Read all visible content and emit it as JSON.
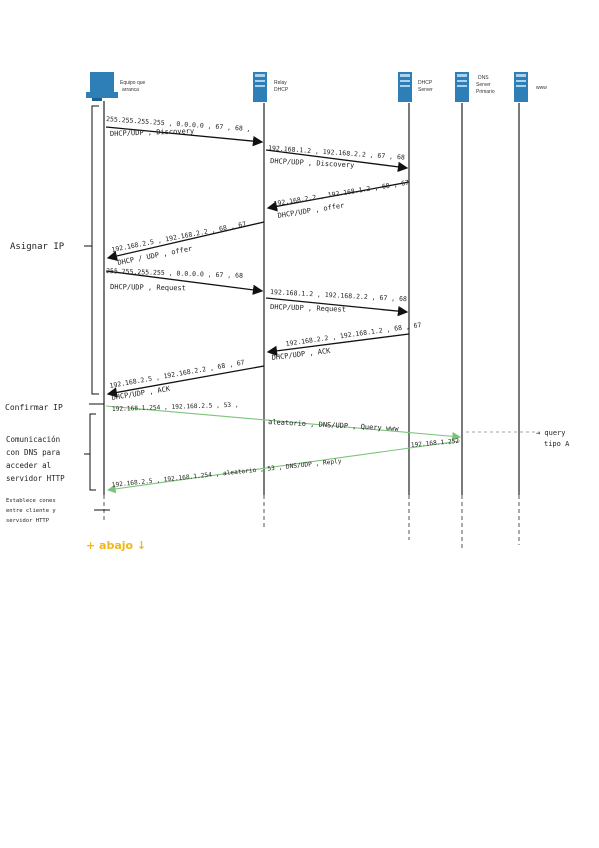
{
  "colors": {
    "device": "#2e7fb8",
    "arrow_black": "#111111",
    "arrow_green": "#7cc47c",
    "note_yellow": "#f2b616",
    "dashed": "#888888"
  },
  "actors": [
    {
      "id": "client",
      "icon": "computer-icon",
      "label_lines": [
        "Equipo que",
        "arranca"
      ]
    },
    {
      "id": "relay",
      "icon": "server-icon",
      "label_lines": [
        "Relay",
        "DHCP"
      ]
    },
    {
      "id": "dhcp",
      "icon": "server-icon",
      "label_lines": [
        "DHCP",
        "Server"
      ]
    },
    {
      "id": "dns",
      "icon": "server-icon",
      "label_lines": [
        "DNS",
        "Server",
        "Primario"
      ]
    },
    {
      "id": "www",
      "icon": "server-icon",
      "label_lines": [
        "www"
      ]
    }
  ],
  "phases": [
    {
      "label_lines": [
        "Asignar IP"
      ]
    },
    {
      "label_lines": [
        "Confirmar IP"
      ]
    },
    {
      "label_lines": [
        "Comunicación",
        "con DNS para",
        "acceder al",
        "servidor HTTP"
      ]
    },
    {
      "label_lines": [
        "Establece conex",
        "entre cliente y",
        "servidor HTTP"
      ]
    }
  ],
  "messages": [
    {
      "line1": "255.255.255.255 , 0.0.0.0 , 67 , 68 ,",
      "line2": "DHCP/UDP , Discovery"
    },
    {
      "line1": "192.168.1.2 , 192.168.2.2 , 67 , 68",
      "line2": "DHCP/UDP , Discovery"
    },
    {
      "line1": "192.168.2.2 , 192.168.1.2 , 68 , 67",
      "line2": "DHCP/UDP , offer"
    },
    {
      "line1": "192.168.2.5 , 192.168.2.2 , 68 , 67",
      "line2": "DHCP / UDP , offer"
    },
    {
      "line1": "255.255.255.255 , 0.0.0.0 , 67 , 68",
      "line2": "DHCP/UDP , Request"
    },
    {
      "line1": "192.168.1.2 , 192.168.2.2 , 67 , 68",
      "line2": "DHCP/UDP , Request"
    },
    {
      "line1": "192.168.2.2 , 192.168.1.2 , 68 , 67",
      "line2": "DHCP/UDP , ACK"
    },
    {
      "line1": "192.168.2.5 , 192.168.2.2 , 68 , 67",
      "line2": "DHCP/UDP , ACK"
    },
    {
      "line1": "192.168.1.254 , 192.168.2.5 , 53 ,",
      "line2": "aleatorio , DNS/UDP , Query www"
    },
    {
      "line1": "192.168.2.5 , 192.168.1.254 , aleatorio , 53 , DNS/UDP , Reply",
      "line2": "192.168.1.252"
    }
  ],
  "side_note": {
    "lines": [
      "→ query",
      "tipo A"
    ]
  },
  "footer_note": "+ abajo ↓"
}
